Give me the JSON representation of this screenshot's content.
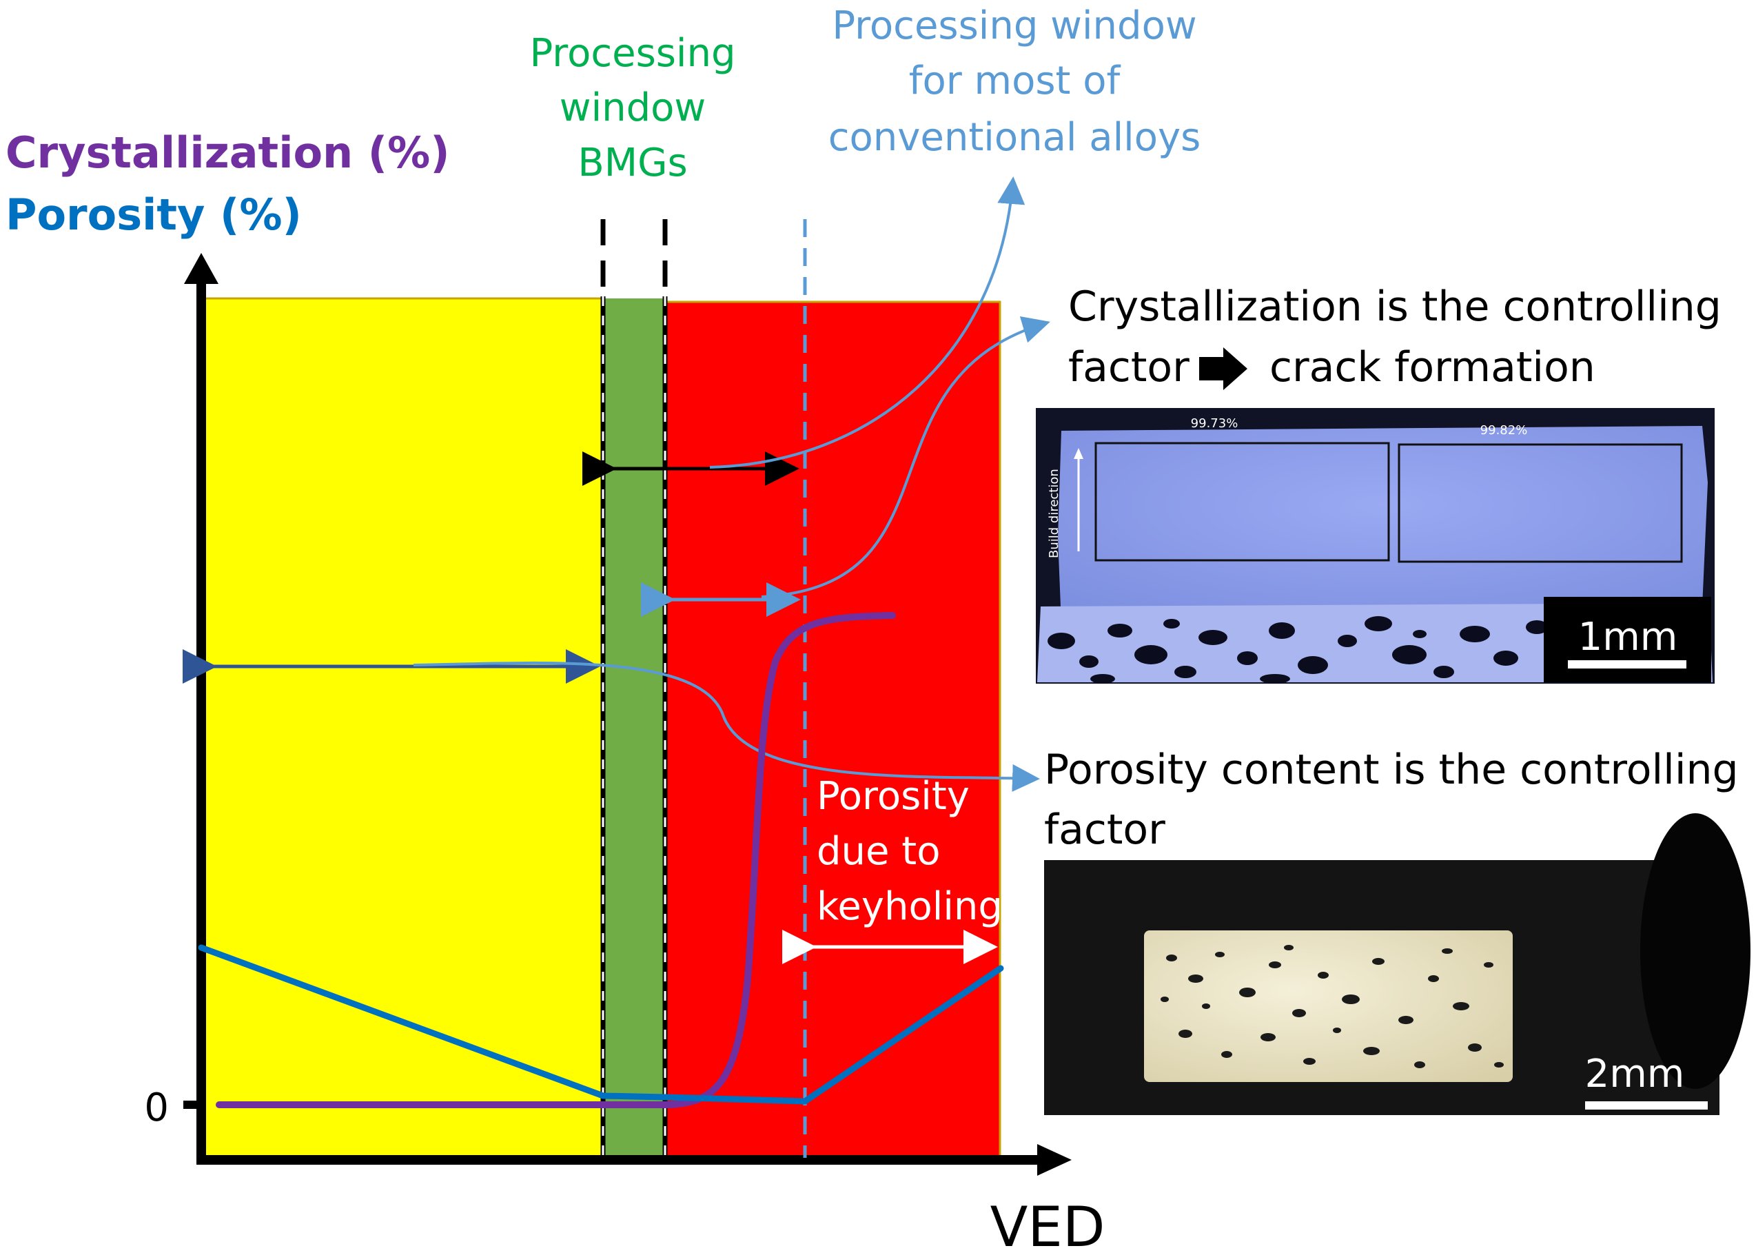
{
  "y_axis": {
    "label_crystallization": "Crystallization (%)",
    "label_porosity": "Porosity (%)",
    "zero_label": "0"
  },
  "x_axis": {
    "label": "VED"
  },
  "windows": {
    "bmg_line1": "Processing",
    "bmg_line2": "window",
    "bmg_line3": "BMGs",
    "conv_line1": "Processing window",
    "conv_line2": "for most of",
    "conv_line3": "conventional alloys"
  },
  "keyhole": {
    "line1": "Porosity",
    "line2": "due to",
    "line3": "keyholing"
  },
  "notes": {
    "crystallization_line1": "Crystallization is the controlling",
    "crystallization_line2a": "factor",
    "crystallization_line2b": "crack formation",
    "porosity_line1": "Porosity content is the controlling",
    "porosity_line2": "factor"
  },
  "micrograph_top": {
    "density_left": "99.73%",
    "density_right": "99.82%",
    "build_direction": "Build direction",
    "scale": "1mm"
  },
  "micrograph_bottom": {
    "scale": "2mm"
  },
  "colors": {
    "crystallization": "#7030a0",
    "porosity": "#0070c0",
    "bmg_window": "#70ad47",
    "bmg_title": "#00b050",
    "conventional": "#5b9bd5",
    "yellow_zone": "#ffff00",
    "red_zone": "#ff0000"
  }
}
